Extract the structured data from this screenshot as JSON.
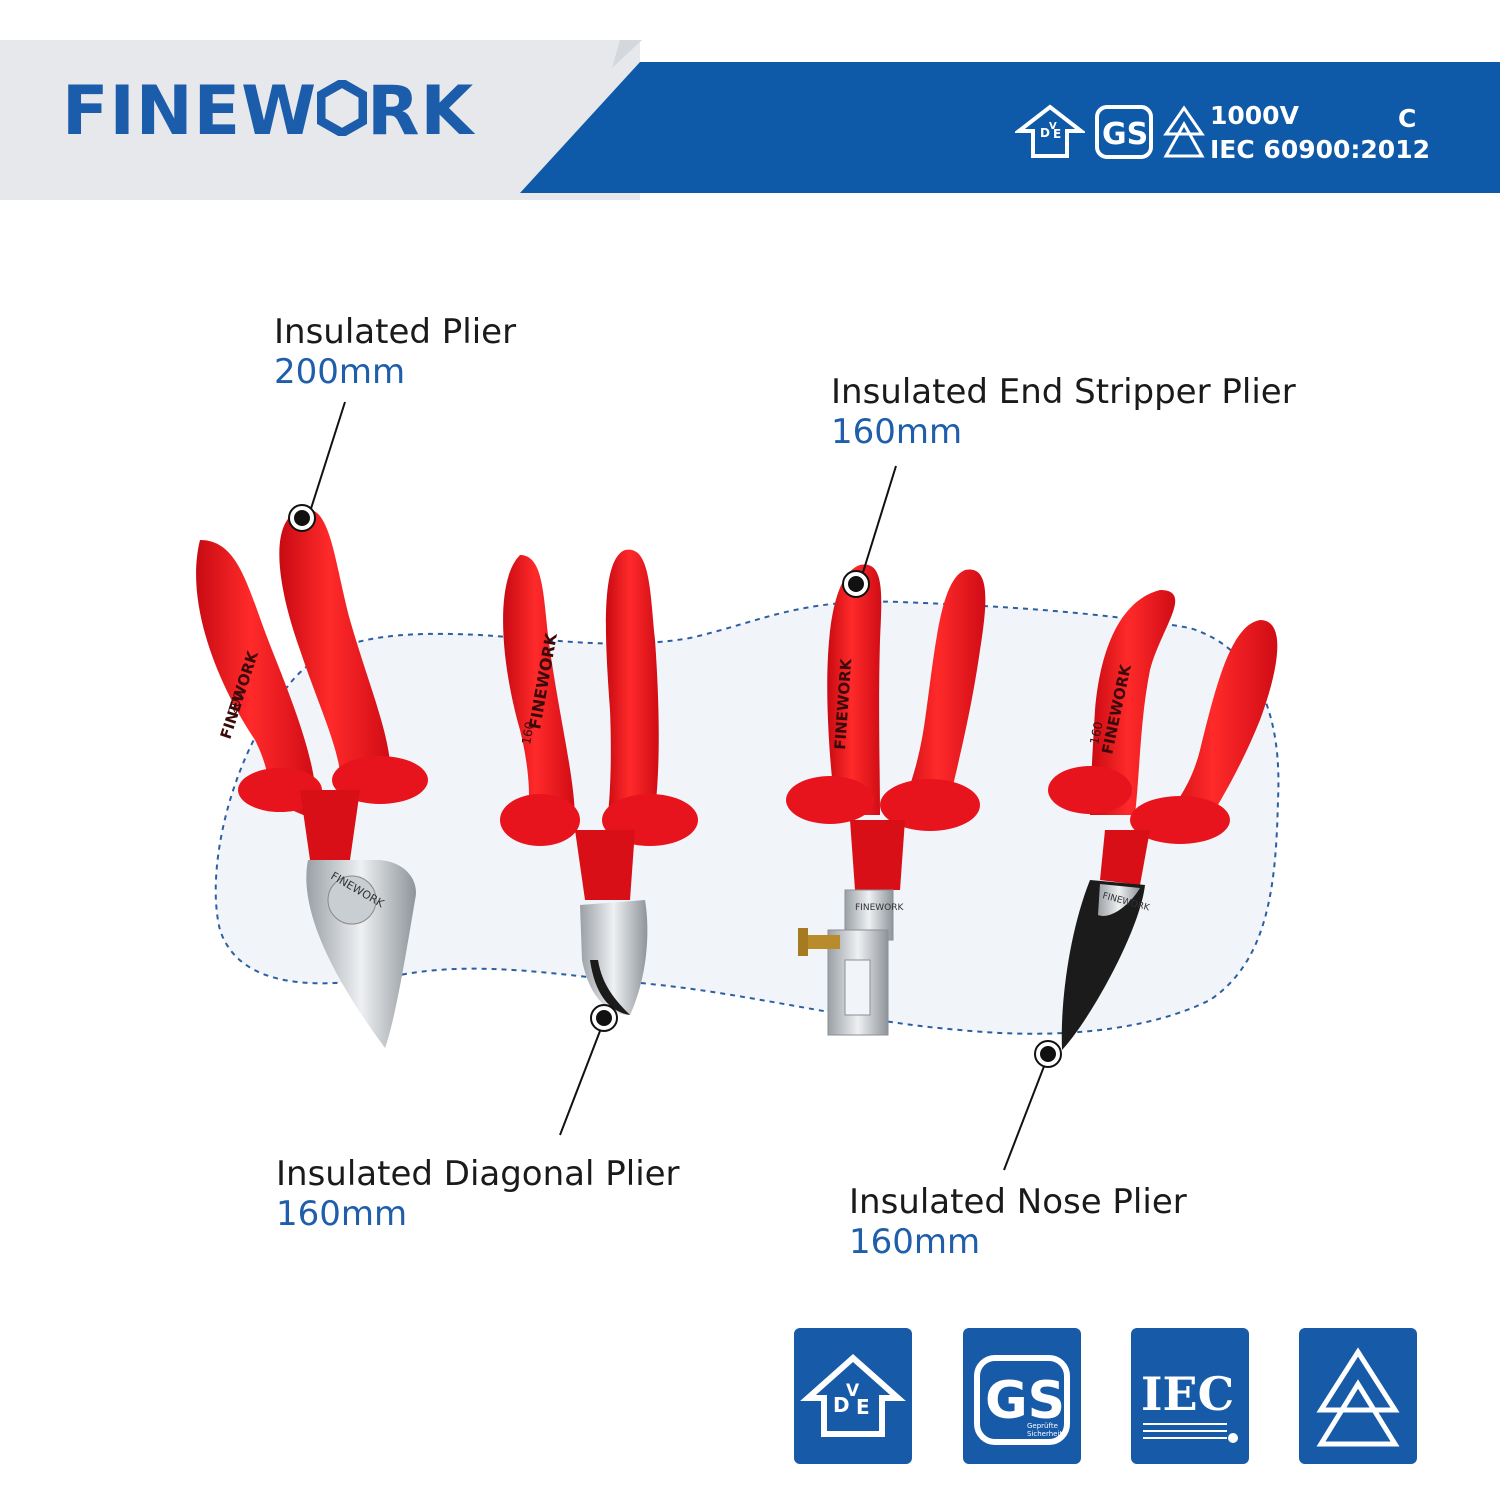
{
  "brand": {
    "name_prefix": "FINEW",
    "name_suffix": "RK",
    "color": "#1b5cab"
  },
  "certification": {
    "voltage": "1000V",
    "class": "C",
    "standard": "IEC 60900:2012",
    "icons": [
      "vde-icon",
      "gs-icon",
      "double-triangle-icon"
    ]
  },
  "products": [
    {
      "name": "Insulated Plier",
      "size": "200mm"
    },
    {
      "name": "Insulated End Stripper Plier",
      "size": "160mm"
    },
    {
      "name": "Insulated Diagonal Plier",
      "size": "160mm"
    },
    {
      "name": "Insulated Nose Plier",
      "size": "160mm"
    }
  ],
  "tool_markings": {
    "brand": "FINEWORK",
    "size_200": "200",
    "size_160": "160"
  },
  "badges": {
    "vde": {
      "letters": [
        "D",
        "V",
        "E"
      ]
    },
    "gs": {
      "letters": "GS",
      "caption_1": "Geprüfte",
      "caption_2": "Sicherheit"
    },
    "iec": {
      "letters": "IEC"
    },
    "triangle": {
      "icon": "double-triangle-icon"
    }
  },
  "colors": {
    "header_blue": "#0e59a8",
    "header_grey": "#e6e8ec",
    "handle_red": "#e8141d",
    "accent_blue": "#1e5eaa",
    "badge_blue": "#175aa7"
  }
}
